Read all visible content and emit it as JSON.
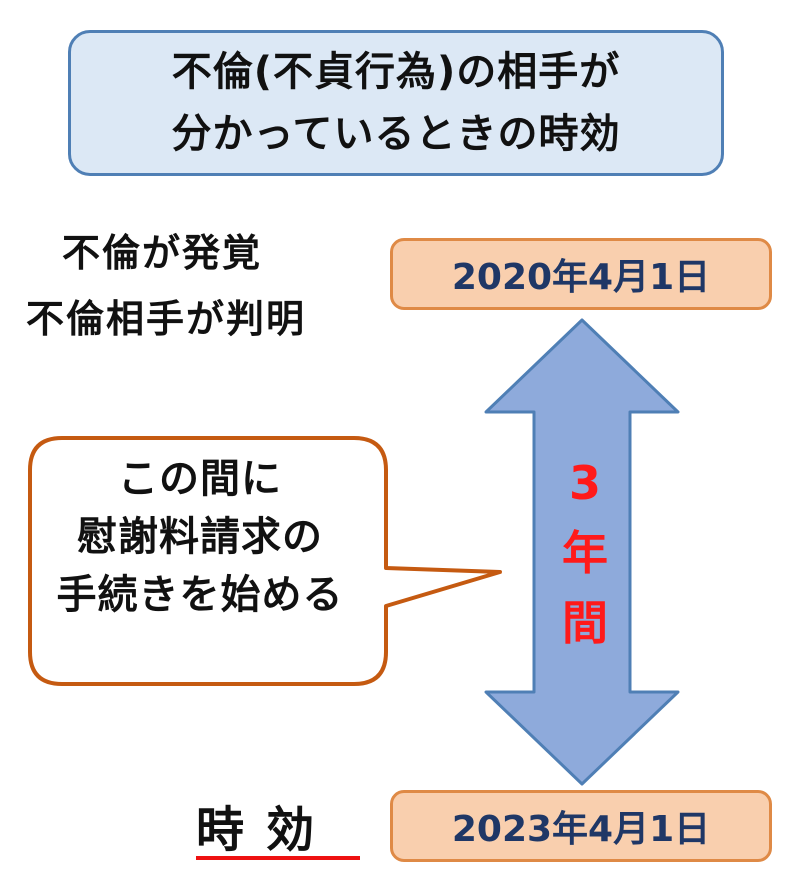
{
  "title": {
    "line1": "不倫(不貞行為)の相手が",
    "line2": "分かっているときの時効"
  },
  "start_event": {
    "line1": "不倫が発覚",
    "line2": "不倫相手が判明",
    "date": "2020年4月1日"
  },
  "callout": {
    "line1": "この間に",
    "line2": "慰謝料請求の",
    "line3": "手続きを始める"
  },
  "period": {
    "chars": [
      "3",
      "年",
      "間"
    ]
  },
  "end_event": {
    "label": "時効",
    "date": "2023年4月1日"
  },
  "colors": {
    "title_fill": "#dce8f5",
    "title_border": "#4f7fb5",
    "date_fill": "#f9cfae",
    "date_border": "#df8a46",
    "date_text": "#1f3766",
    "arrow_fill": "#8eaadb",
    "arrow_border": "#4f7fb5",
    "callout_border": "#c55a11",
    "period_text": "#ff1a1a",
    "underline": "#ee1111"
  }
}
